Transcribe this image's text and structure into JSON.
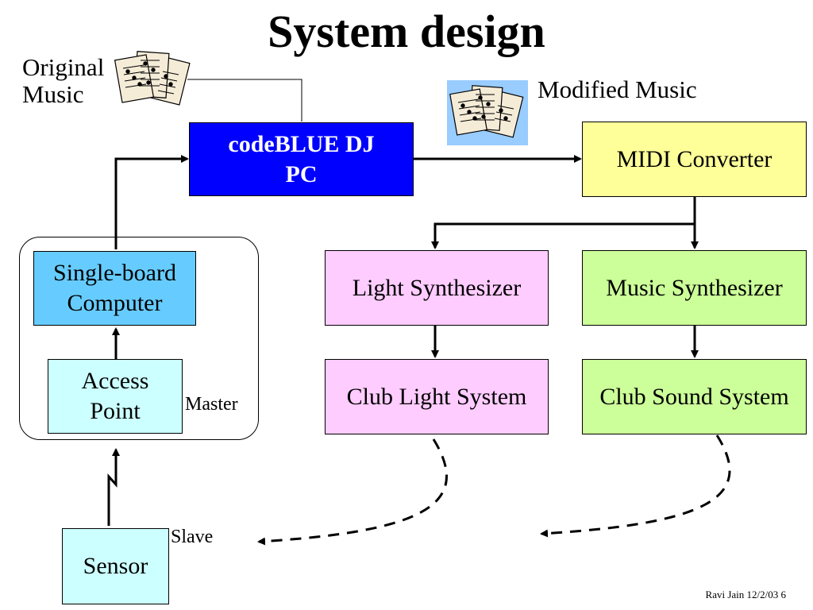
{
  "title": "System design",
  "labels": {
    "original_line1": "Original",
    "original_line2": "Music",
    "modified": "Modified Music",
    "master": "Master",
    "slave": "Slave"
  },
  "boxes": {
    "dj_line1": "codeBLUE DJ",
    "dj_line2": "PC",
    "midi": "MIDI Converter",
    "light_synth": "Light Synthesizer",
    "music_synth": "Music Synthesizer",
    "club_light": "Club Light System",
    "club_sound": "Club Sound System",
    "sbc_line1": "Single-board",
    "sbc_line2": "Computer",
    "ap_line1": "Access",
    "ap_line2": "Point",
    "sensor": "Sensor"
  },
  "footer": "Ravi Jain 12/2/03 6",
  "colors": {
    "dj": "#0000ff",
    "midi": "#ffff99",
    "light": "#ffccff",
    "music": "#ccff99",
    "sbc": "#66ccff",
    "ap": "#ccffff",
    "modified_bg": "#99ccff"
  },
  "icons": [
    "sheet-music-icon",
    "sheet-music-icon"
  ]
}
